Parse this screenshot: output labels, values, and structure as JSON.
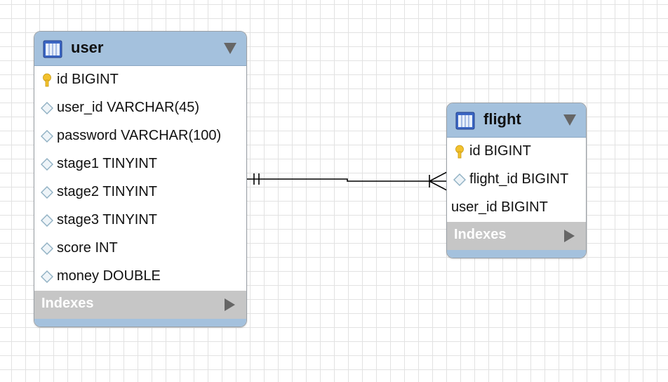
{
  "diagram": {
    "tables": [
      {
        "name": "user",
        "columns": [
          {
            "label": "id BIGINT",
            "icon": "primary-key-icon"
          },
          {
            "label": "user_id VARCHAR(45)",
            "icon": "column-diamond-icon"
          },
          {
            "label": "password VARCHAR(100)",
            "icon": "column-diamond-icon"
          },
          {
            "label": "stage1 TINYINT",
            "icon": "column-diamond-icon"
          },
          {
            "label": "stage2 TINYINT",
            "icon": "column-diamond-icon"
          },
          {
            "label": "stage3 TINYINT",
            "icon": "column-diamond-icon"
          },
          {
            "label": "score INT",
            "icon": "column-diamond-icon"
          },
          {
            "label": "money DOUBLE",
            "icon": "column-diamond-icon"
          }
        ],
        "indexes_label": "Indexes"
      },
      {
        "name": "flight",
        "columns": [
          {
            "label": "id BIGINT",
            "icon": "primary-key-icon"
          },
          {
            "label": "flight_id BIGINT",
            "icon": "column-diamond-icon"
          },
          {
            "label": "user_id BIGINT",
            "icon": "none"
          }
        ],
        "indexes_label": "Indexes"
      }
    ],
    "relationship": {
      "from": "user",
      "to": "flight",
      "cardinality": "one-to-many"
    },
    "colors": {
      "header": "#a4c1dd",
      "indexes": "#c6c6c6",
      "key": "#f2c12e",
      "grid": "#e2e2e2"
    }
  }
}
